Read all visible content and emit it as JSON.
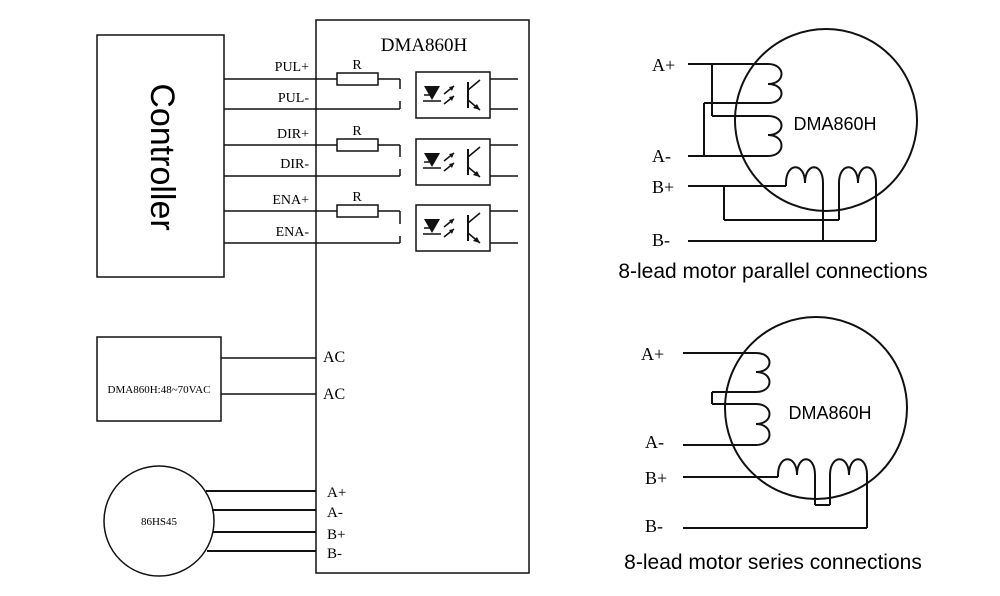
{
  "controller": {
    "label": "Controller"
  },
  "driver": {
    "title": "DMA860H",
    "signals": [
      {
        "plus": "PUL+",
        "minus": "PUL-",
        "resistor": "R"
      },
      {
        "plus": "DIR+",
        "minus": "DIR-",
        "resistor": "R"
      },
      {
        "plus": "ENA+",
        "minus": "ENA-",
        "resistor": "R"
      }
    ],
    "power_terminals": [
      "AC",
      "AC"
    ],
    "motor_terminals": [
      "A+",
      "A-",
      "B+",
      "B-"
    ]
  },
  "power_supply": {
    "label": "DMA860H:48~70VAC"
  },
  "motor": {
    "label": "86HS45"
  },
  "parallel_diagram": {
    "motor_label": "DMA860H",
    "terminals": [
      "A+",
      "A-",
      "B+",
      "B-"
    ],
    "caption": "8-lead motor parallel connections"
  },
  "series_diagram": {
    "motor_label": "DMA860H",
    "terminals": [
      "A+",
      "A-",
      "B+",
      "B-"
    ],
    "caption": "8-lead motor series connections"
  }
}
